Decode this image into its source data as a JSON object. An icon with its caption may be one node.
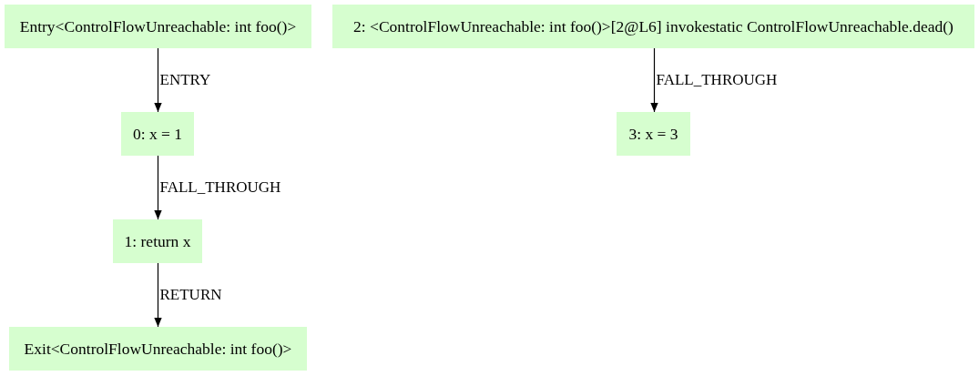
{
  "diagram": {
    "nodes": [
      {
        "text": [
          "Entry<ControlFlowUnreachable: int foo()>"
        ]
      },
      {
        "text": [
          "0: x = 1"
        ]
      },
      {
        "text": [
          "1: return x"
        ]
      },
      {
        "text": [
          "Exit<ControlFlowUnreachable: int foo()>"
        ]
      },
      {
        "text": [
          "2: <ControlFlowUnreachable: int foo()>[2@L6] invokestatic ControlFlowUnreachable.dead()"
        ]
      },
      {
        "text": [
          "3: x = 3"
        ]
      }
    ],
    "edges": [
      {
        "from": 0,
        "to": 1,
        "arrow": "to",
        "label": "ENTRY"
      },
      {
        "from": 1,
        "to": 2,
        "arrow": "to",
        "label": "FALL_THROUGH"
      },
      {
        "from": 2,
        "to": 3,
        "arrow": "to",
        "label": "RETURN"
      },
      {
        "from": 4,
        "to": 5,
        "arrow": "to",
        "label": "FALL_THROUGH"
      }
    ]
  }
}
